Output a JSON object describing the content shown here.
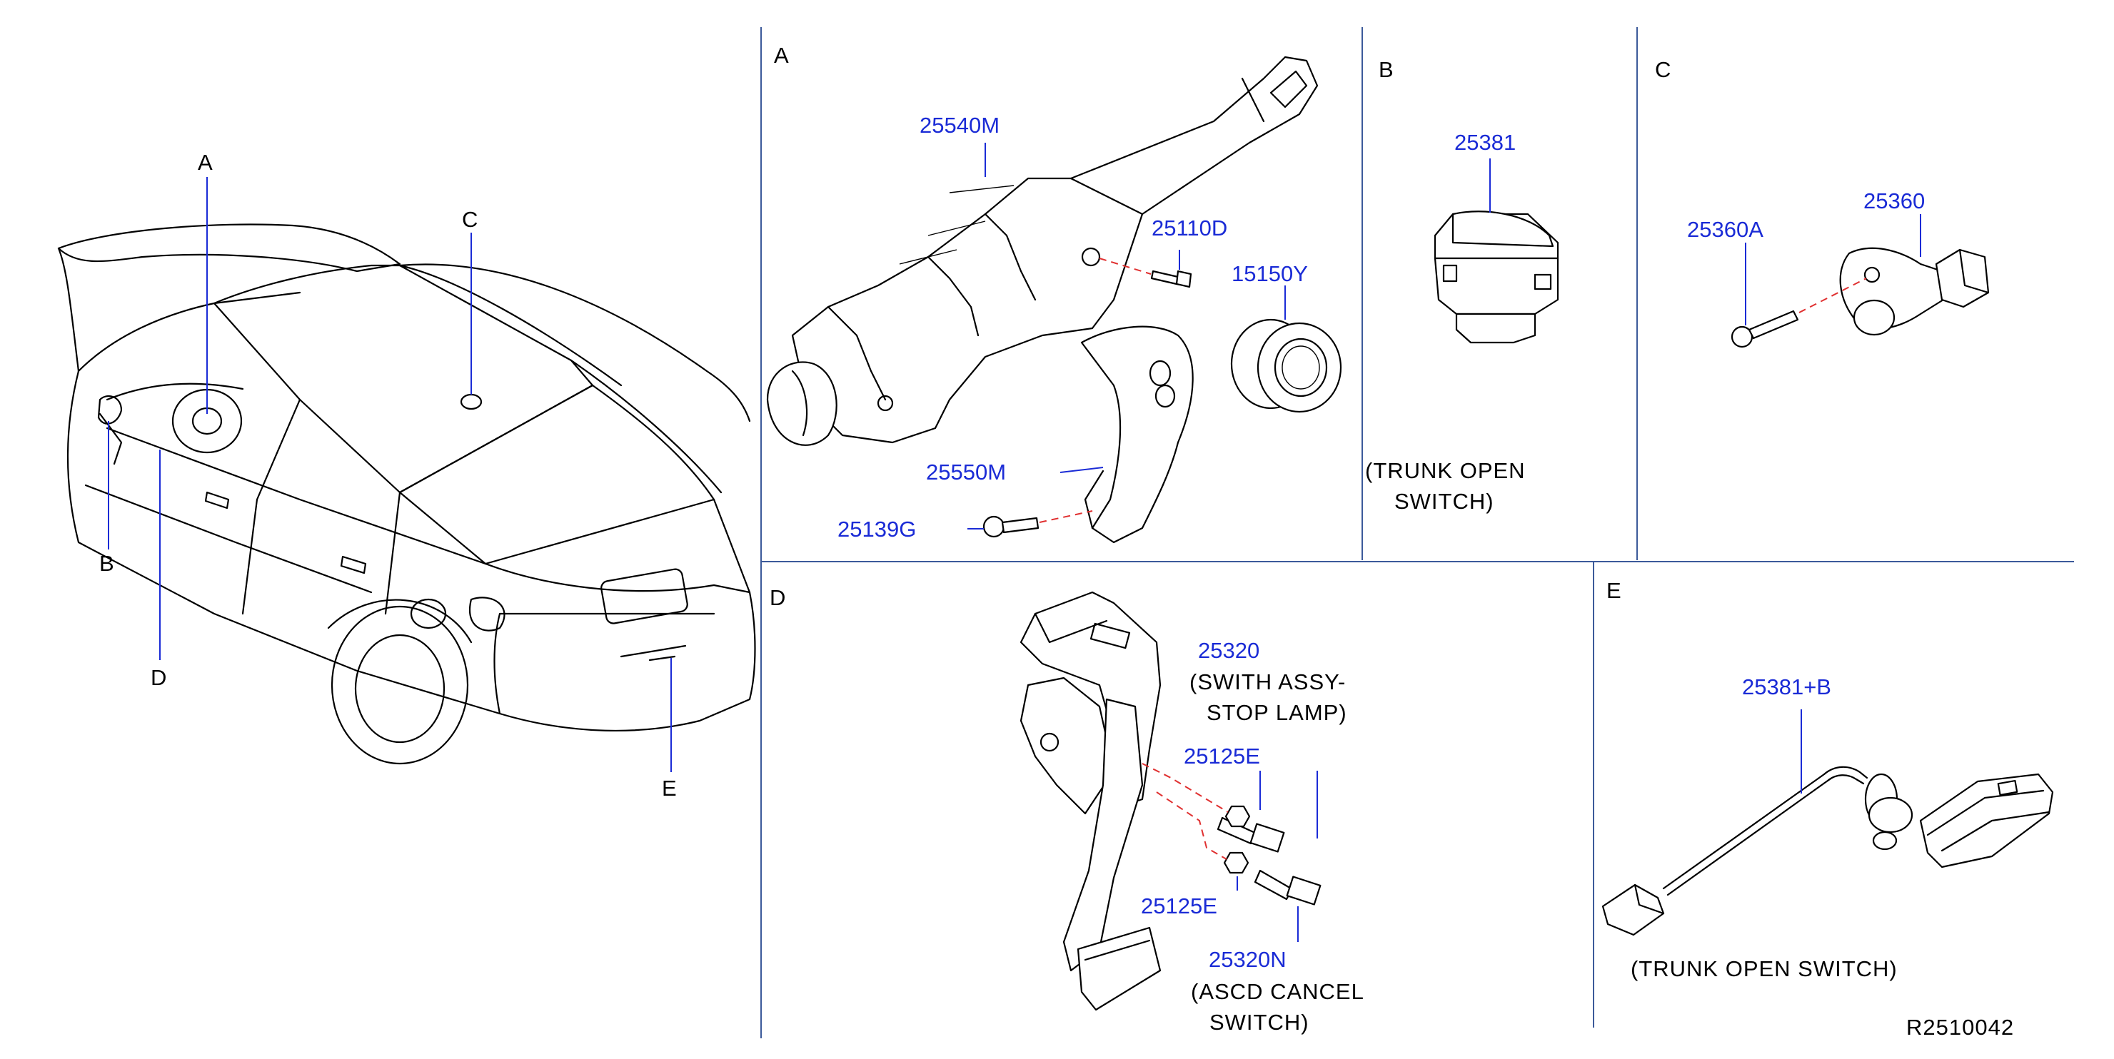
{
  "car_callouts": [
    "A",
    "B",
    "C",
    "D",
    "E"
  ],
  "section_labels": {
    "a": "A",
    "b": "B",
    "c": "C",
    "d": "D",
    "e": "E"
  },
  "parts": {
    "p25540M": "25540M",
    "p25110D": "25110D",
    "p15150Y": "15150Y",
    "p25550M": "25550M",
    "p25139G": "25139G",
    "p25381": "25381",
    "p25360A": "25360A",
    "p25360": "25360",
    "p25320": "25320",
    "p25125E_top": "25125E",
    "p25125E_bottom": "25125E",
    "p25320N": "25320N",
    "p25381B": "25381+B"
  },
  "captions": {
    "b_line1": "(TRUNK  OPEN",
    "b_line2": "SWITCH)",
    "d_stop_line1": "(SWITH  ASSY-",
    "d_stop_line2": "STOP  LAMP)",
    "d_ascd_line1": "(ASCD  CANCEL",
    "d_ascd_line2": "SWITCH)",
    "e_caption": "(TRUNK  OPEN  SWITCH)"
  },
  "reference_code": "R2510042",
  "colors": {
    "label_blue": "#1a2bd6",
    "divider_blue": "#3c5a9a",
    "dash_red": "#e03030"
  }
}
